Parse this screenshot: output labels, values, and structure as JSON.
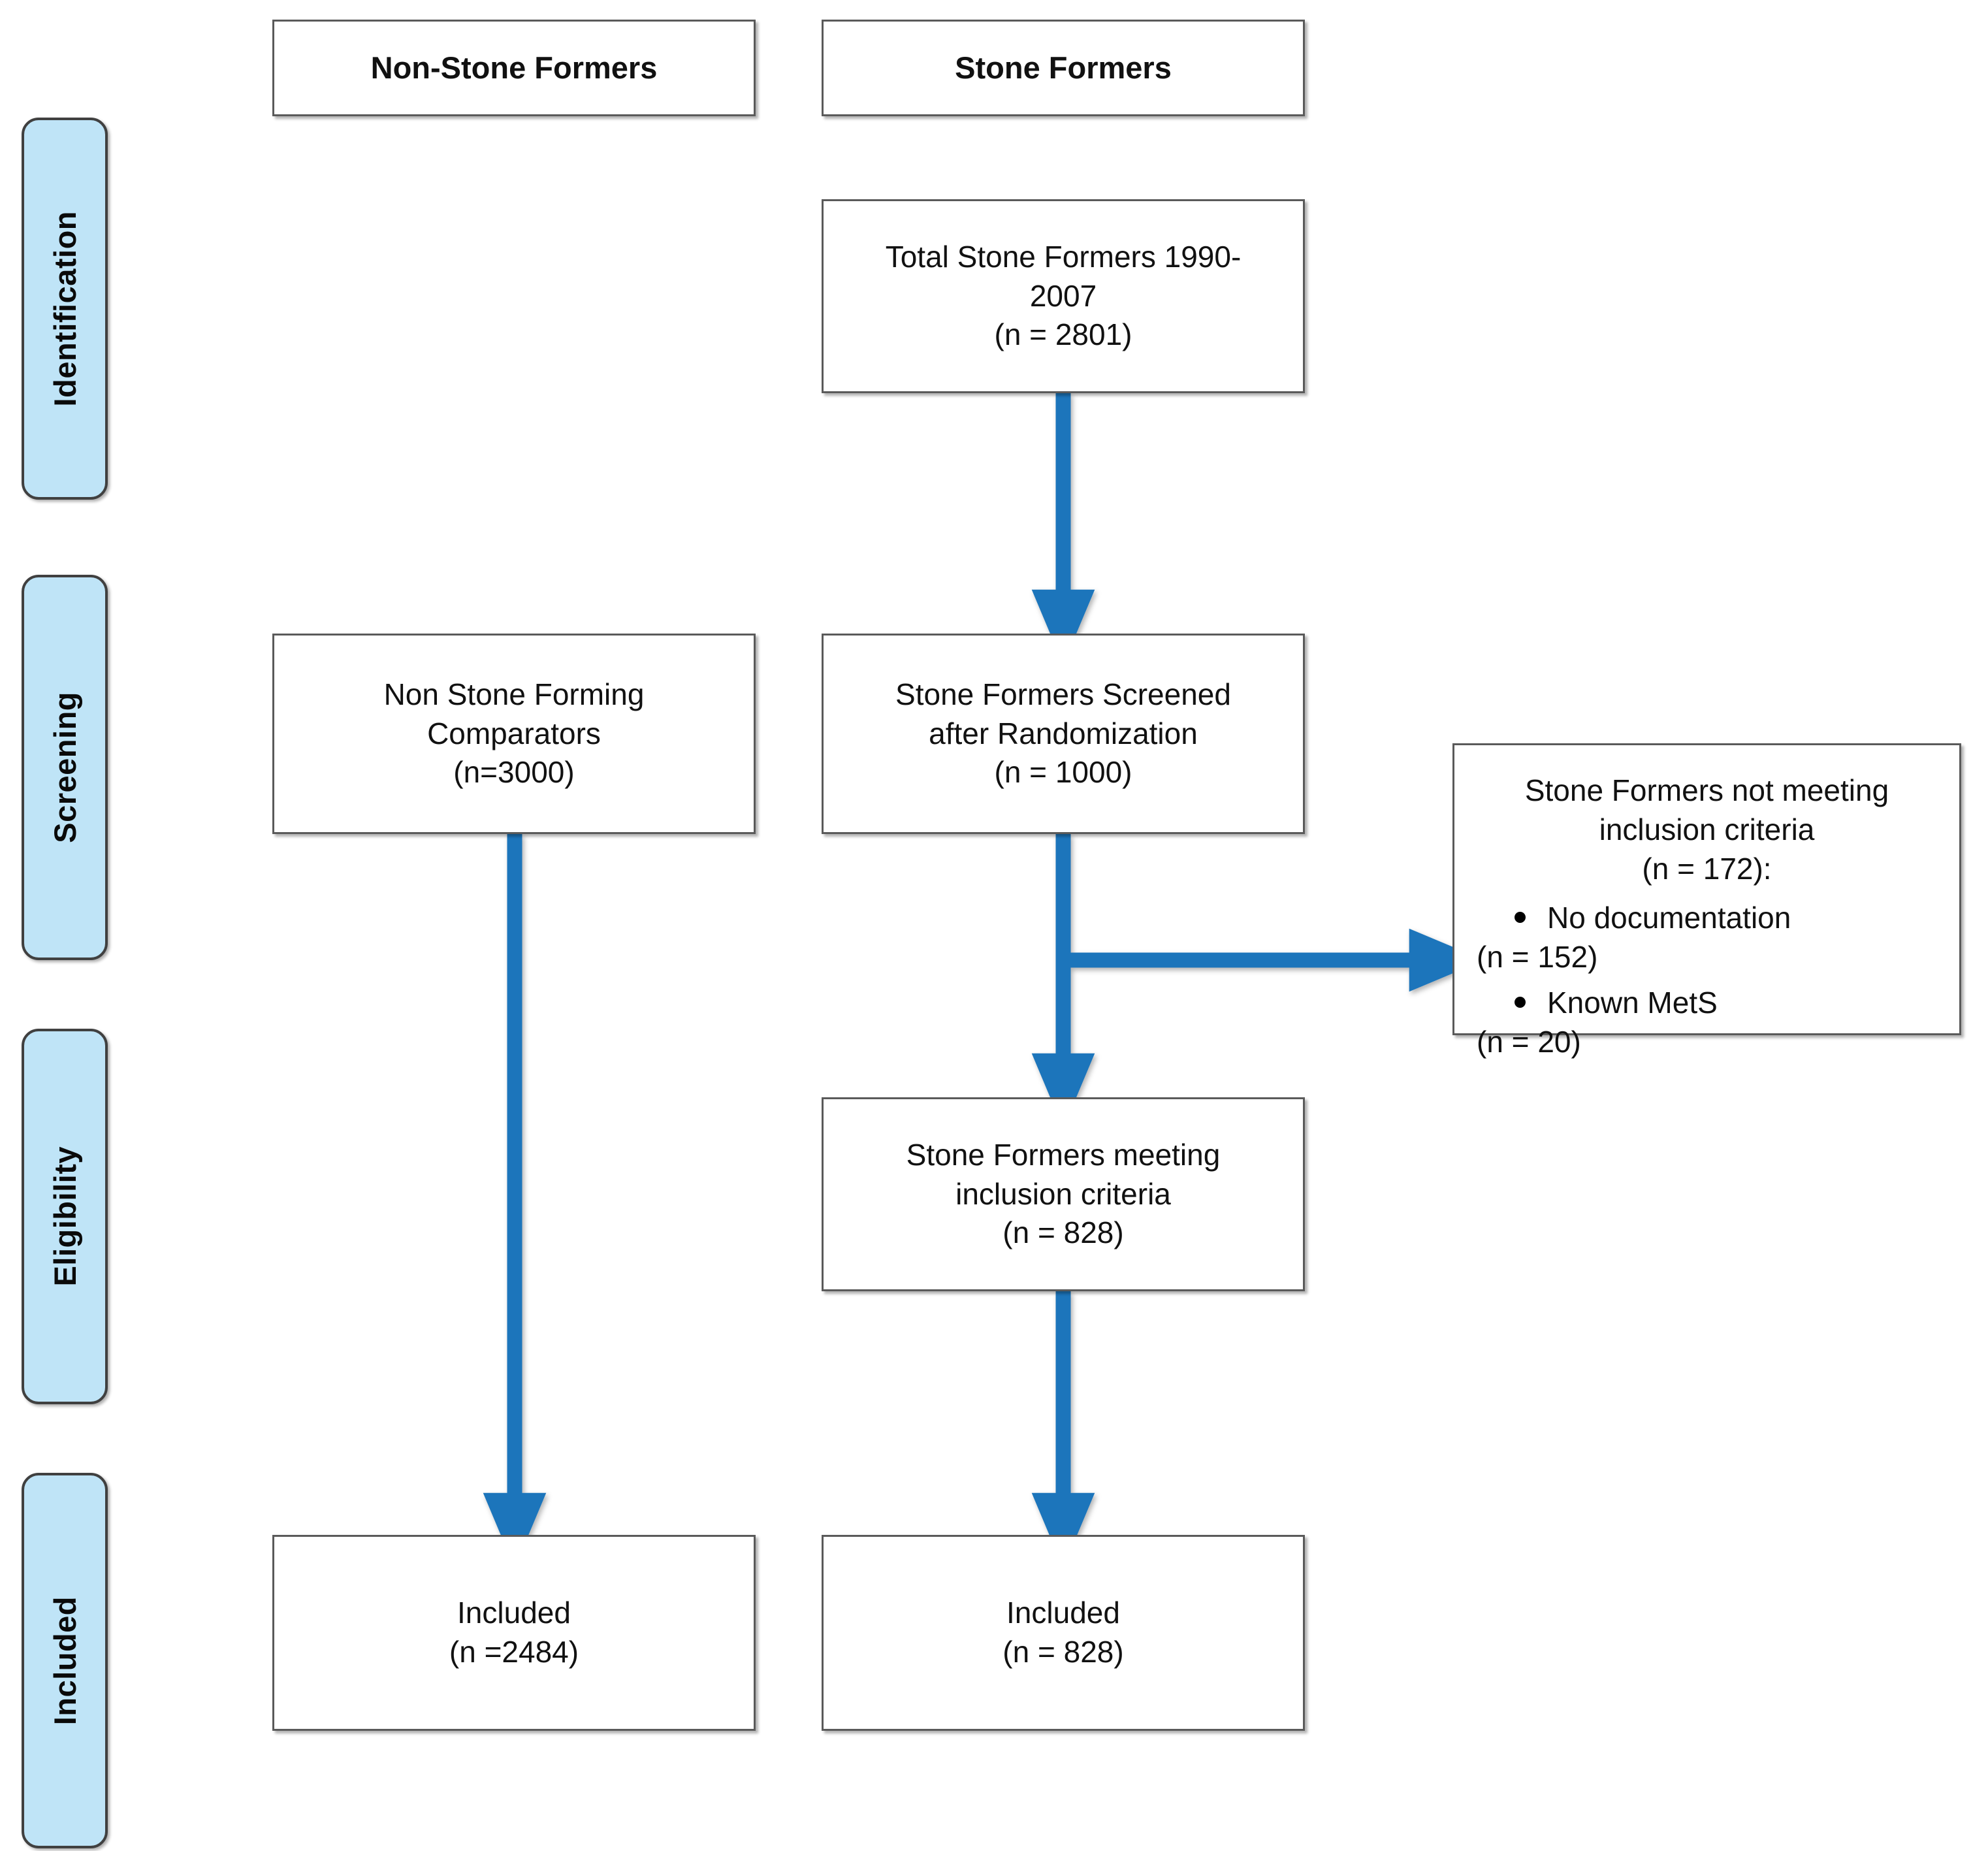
{
  "figure": {
    "type": "prisma-flow-diagram",
    "accent_color": "#1b75bb",
    "stage_tab_fill": "#bfe4f7",
    "box_border_color": "#5a5a5a",
    "background": "#ffffff"
  },
  "stages": [
    {
      "label": "Identification"
    },
    {
      "label": "Screening"
    },
    {
      "label": "Eligibility"
    },
    {
      "label": "Included"
    }
  ],
  "columns": {
    "left_header": "Non-Stone Formers",
    "right_header": "Stone Formers"
  },
  "boxes": {
    "total_stone_formers": {
      "line1": "Total Stone Formers 1990-",
      "line2": "2007",
      "line3": "(n = 2801)"
    },
    "non_stone_comparators": {
      "line1": "Non Stone Forming",
      "line2": "Comparators",
      "line3": "(n=3000)"
    },
    "stone_formers_screened": {
      "line1": "Stone Formers Screened",
      "line2": "after Randomization",
      "line3": "(n = 1000)"
    },
    "excluded": {
      "line1": "Stone Formers not meeting",
      "line2": "inclusion criteria",
      "line3": "(n = 172):",
      "items": [
        {
          "label": "No documentation",
          "count": "(n = 152)"
        },
        {
          "label": "Known MetS",
          "count": "(n = 20)"
        }
      ]
    },
    "stone_formers_meeting": {
      "line1": "Stone Formers meeting",
      "line2": "inclusion criteria",
      "line3": "(n = 828)"
    },
    "included_left": {
      "line1": "Included",
      "line2": "(n =2484)"
    },
    "included_right": {
      "line1": "Included",
      "line2": "(n = 828)"
    }
  }
}
